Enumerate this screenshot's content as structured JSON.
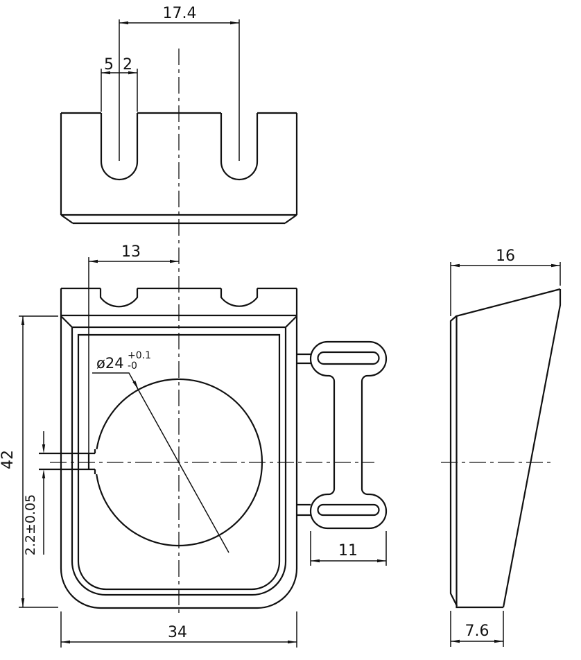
{
  "colors": {
    "line": "#111111",
    "background": "#ffffff"
  },
  "dims": {
    "slot_spacing": "17.4",
    "slot_width_left": "5",
    "slot_width_right": "2",
    "tab_offset": "13",
    "bore_label": "ø24",
    "bore_tol_plus": "+0.1",
    "bore_tol_minus": "-0",
    "body_height": "42",
    "tab_height": "2.2±0.05",
    "body_width": "34",
    "link_width": "11",
    "depth_top": "16",
    "depth_bottom": "7.6"
  }
}
